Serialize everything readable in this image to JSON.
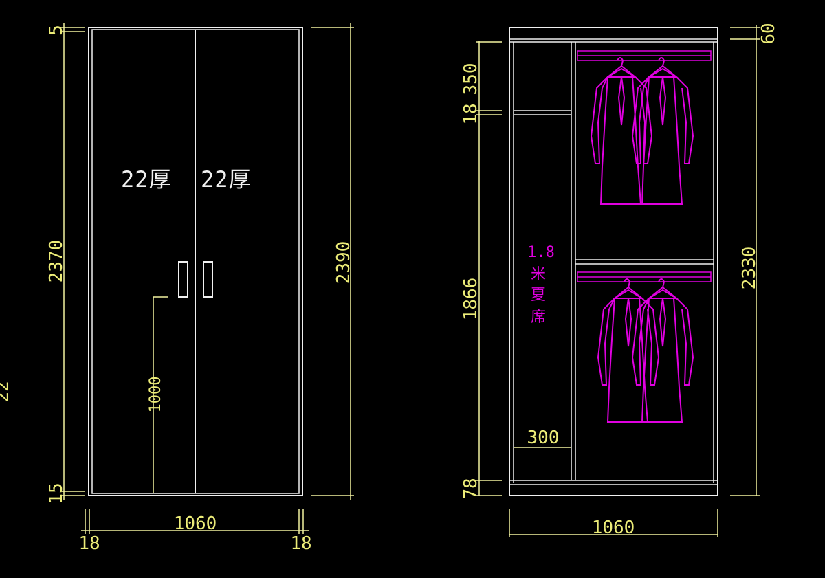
{
  "front_view": {
    "dim_top_gap": "5",
    "dim_left_height": "2370",
    "dim_right_height": "2390",
    "dim_bottom_gap": "15",
    "dim_width": "1060",
    "dim_left_edge": "18",
    "dim_right_edge": "18",
    "dim_handle_height": "1000",
    "door_left_label": "22厚",
    "door_right_label": "22厚"
  },
  "side_view": {
    "dim_top": "60",
    "dim_shelf_height": "350",
    "dim_shelf_thickness": "18",
    "dim_main_height": "1866",
    "dim_base": "78",
    "dim_total_height": "2330",
    "dim_width": "1060",
    "dim_shelf_width": "300",
    "mat_label_lines": [
      "1.8",
      "米",
      "夏",
      "席"
    ]
  },
  "left_edge_fragment": "22",
  "colors": {
    "background": "#000000",
    "outline": "#f0f0f0",
    "dimension": "#ecec78",
    "clothing": "#e000e0"
  }
}
